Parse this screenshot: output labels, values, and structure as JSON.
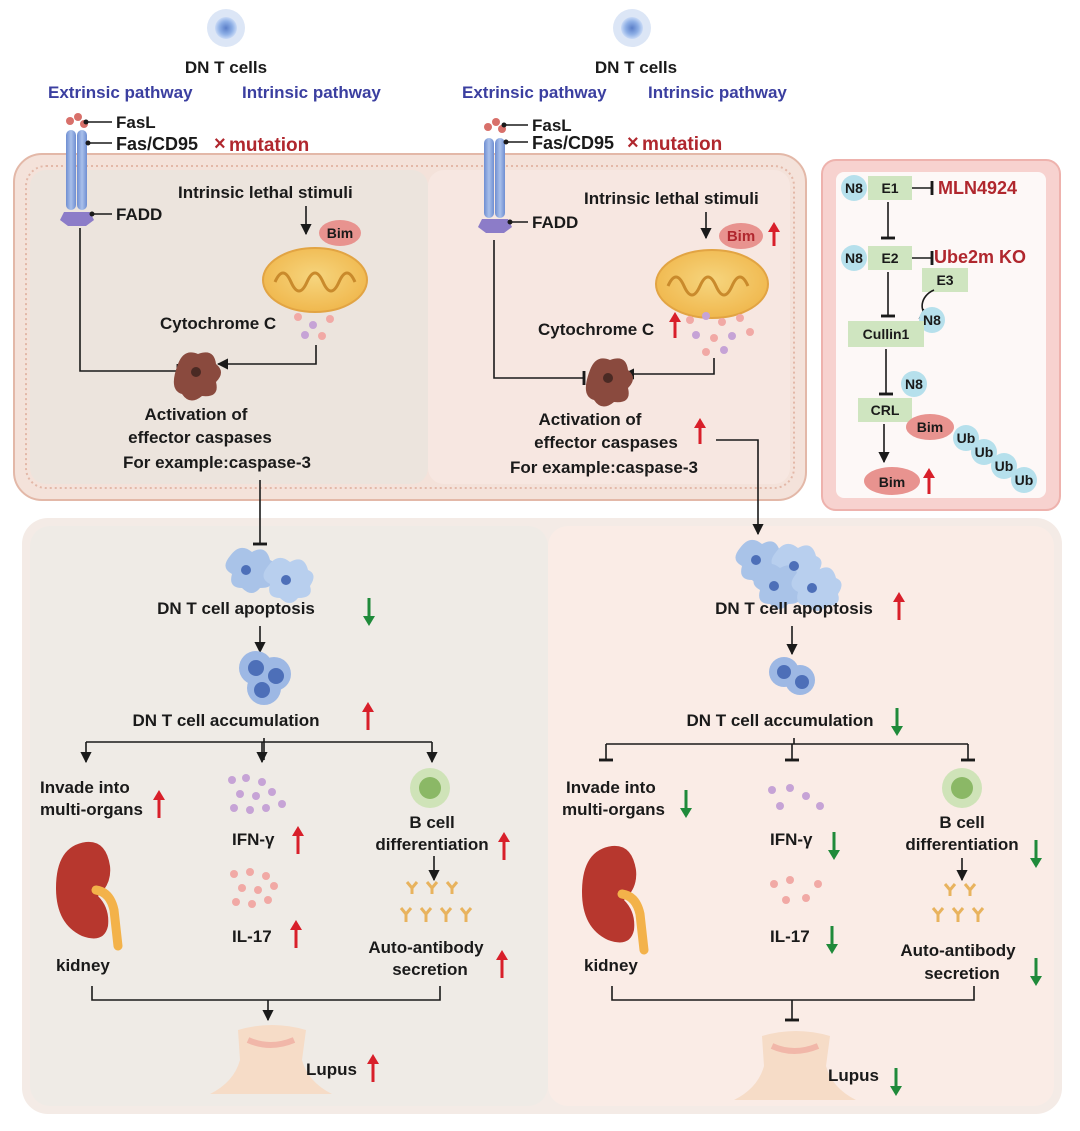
{
  "left": {
    "title": "DN T cells",
    "extrinsic": "Extrinsic pathway",
    "intrinsic": "Intrinsic pathway",
    "fasl": "FasL",
    "fas": "Fas/CD95",
    "mutation": "mutation",
    "fadd": "FADD",
    "lethal": "Intrinsic lethal stimuli",
    "bim": "Bim",
    "cytochrome": "Cytochrome C",
    "activation_1": "Activation of",
    "activation_2": "effector caspases",
    "activation_3": "For example:caspase-3",
    "apoptosis": "DN T cell apoptosis",
    "accumulation": "DN T cell accumulation",
    "invade_1": "Invade into",
    "invade_2": "multi-organs",
    "ifn": "IFN-γ",
    "il17": "IL-17",
    "bcell_1": "B cell",
    "bcell_2": "differentiation",
    "auto_1": "Auto-antibody",
    "auto_2": "secretion",
    "kidney": "kidney",
    "lupus": "Lupus"
  },
  "right": {
    "title": "DN T cells",
    "extrinsic": "Extrinsic pathway",
    "intrinsic": "Intrinsic pathway",
    "fasl": "FasL",
    "fas": "Fas/CD95",
    "mutation": "mutation",
    "fadd": "FADD",
    "lethal": "Intrinsic lethal stimuli",
    "bim": "Bim",
    "cytochrome": "Cytochrome C",
    "activation_1": "Activation of",
    "activation_2": "effector caspases",
    "activation_3": "For example:caspase-3",
    "apoptosis": "DN T cell apoptosis",
    "accumulation": "DN T cell accumulation",
    "invade_1": "Invade into",
    "invade_2": "multi-organs",
    "ifn": "IFN-γ",
    "il17": "IL-17",
    "bcell_1": "B cell",
    "bcell_2": "differentiation",
    "auto_1": "Auto-antibody",
    "auto_2": "secretion",
    "kidney": "kidney",
    "lupus": "Lupus"
  },
  "neddylation": {
    "n8": "N8",
    "e1": "E1",
    "e2": "E2",
    "e3": "E3",
    "cullin": "Cullin1",
    "crl": "CRL",
    "bim": "Bim",
    "ub": "Ub",
    "inhibitor_1": "MLN4924",
    "inhibitor_2": "Ube2m KO"
  },
  "symbols": {
    "cross": "×"
  },
  "colors": {
    "pathway_label": "#3b3fa0",
    "mutation_red": "#b0272e",
    "up_arrow": "#d81f2a",
    "down_arrow": "#1f8a3a",
    "cell_border": "#e3b8a8",
    "left_panel_bg": "#efebe6",
    "right_panel_bg": "#faece6",
    "inset_bg": "#f7d2cf",
    "enzyme_box": "#cfe5c0",
    "n8_circle": "#b6e0ec",
    "bim_pill": "#e8938f"
  }
}
